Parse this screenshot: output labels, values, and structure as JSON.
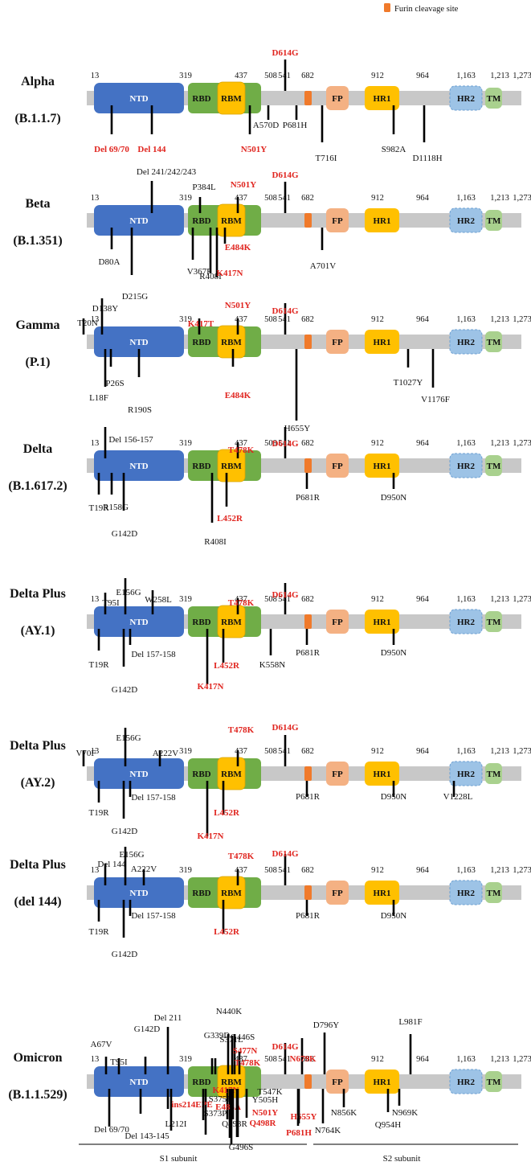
{
  "legend": {
    "label": "Furin cleavage site",
    "color": "#f07a2b"
  },
  "positions": [
    "13",
    "319",
    "437",
    "508",
    "541",
    "682",
    "912",
    "964",
    "1,163",
    "1,213",
    "1,273"
  ],
  "domains": {
    "ntd": {
      "label": "NTD",
      "color": "#4472c4"
    },
    "rbd": {
      "label": "RBD",
      "color": "#70ad47"
    },
    "rbm": {
      "label": "RBM",
      "color": "#ffc000"
    },
    "fp": {
      "label": "FP",
      "color": "#f4b183"
    },
    "hr1": {
      "label": "HR1",
      "color": "#ffc000"
    },
    "hr2": {
      "label": "HR2",
      "color": "#9dc3e6"
    },
    "tm": {
      "label": "TM",
      "color": "#a9d18e"
    },
    "backbone_color": "#c8c8c8",
    "highlight_color": "#e0251f"
  },
  "variants": [
    {
      "name": "Alpha",
      "lineage": "(B.1.1.7)",
      "mutations": [
        {
          "label": "D614G",
          "hl": true
        },
        {
          "label": "Del 69/70",
          "hl": true
        },
        {
          "label": "Del 144",
          "hl": true
        },
        {
          "label": "N501Y",
          "hl": true
        },
        {
          "label": "A570D",
          "hl": false
        },
        {
          "label": "P681H",
          "hl": false
        },
        {
          "label": "T716I",
          "hl": false
        },
        {
          "label": "S982A",
          "hl": false
        },
        {
          "label": "D1118H",
          "hl": false
        }
      ]
    },
    {
      "name": "Beta",
      "lineage": "(B.1.351)",
      "mutations": [
        {
          "label": "Del 241/242/243",
          "hl": false
        },
        {
          "label": "P384L",
          "hl": false
        },
        {
          "label": "N501Y",
          "hl": true
        },
        {
          "label": "D614G",
          "hl": true
        },
        {
          "label": "D80A",
          "hl": false
        },
        {
          "label": "D215G",
          "hl": false
        },
        {
          "label": "V367F",
          "hl": false
        },
        {
          "label": "R408I",
          "hl": false
        },
        {
          "label": "K417N",
          "hl": true
        },
        {
          "label": "E484K",
          "hl": true
        },
        {
          "label": "A701V",
          "hl": false
        }
      ]
    },
    {
      "name": "Gamma",
      "lineage": "(P.1)",
      "mutations": [
        {
          "label": "D138Y",
          "hl": false
        },
        {
          "label": "T20N",
          "hl": false
        },
        {
          "label": "K417T",
          "hl": true
        },
        {
          "label": "N501Y",
          "hl": true
        },
        {
          "label": "D614G",
          "hl": true
        },
        {
          "label": "L18F",
          "hl": false
        },
        {
          "label": "P26S",
          "hl": false
        },
        {
          "label": "R190S",
          "hl": false
        },
        {
          "label": "E484K",
          "hl": true
        },
        {
          "label": "H655Y",
          "hl": false
        },
        {
          "label": "T1027Y",
          "hl": false
        },
        {
          "label": "V1176F",
          "hl": false
        }
      ]
    },
    {
      "name": "Delta",
      "lineage": "(B.1.617.2)",
      "mutations": [
        {
          "label": "Del 156-157",
          "hl": false
        },
        {
          "label": "T478K",
          "hl": true
        },
        {
          "label": "D614G",
          "hl": true
        },
        {
          "label": "T19R",
          "hl": false
        },
        {
          "label": "R158G",
          "hl": false
        },
        {
          "label": "G142D",
          "hl": false
        },
        {
          "label": "R408I",
          "hl": false
        },
        {
          "label": "L452R",
          "hl": true
        },
        {
          "label": "P681R",
          "hl": false
        },
        {
          "label": "D950N",
          "hl": false
        }
      ]
    },
    {
      "name": "Delta Plus",
      "lineage": "(AY.1)",
      "mutations": [
        {
          "label": "E156G",
          "hl": false
        },
        {
          "label": "T95I",
          "hl": false
        },
        {
          "label": "W258L",
          "hl": false
        },
        {
          "label": "T478K",
          "hl": true
        },
        {
          "label": "D614G",
          "hl": true
        },
        {
          "label": "T19R",
          "hl": false
        },
        {
          "label": "Del 157-158",
          "hl": false
        },
        {
          "label": "G142D",
          "hl": false
        },
        {
          "label": "L452R",
          "hl": true
        },
        {
          "label": "K417N",
          "hl": true
        },
        {
          "label": "K558N",
          "hl": false
        },
        {
          "label": "P681R",
          "hl": false
        },
        {
          "label": "D950N",
          "hl": false
        }
      ]
    },
    {
      "name": "Delta Plus",
      "lineage": "(AY.2)",
      "mutations": [
        {
          "label": "E156G",
          "hl": false
        },
        {
          "label": "V70F",
          "hl": false
        },
        {
          "label": "A222V",
          "hl": false
        },
        {
          "label": "T478K",
          "hl": true
        },
        {
          "label": "D614G",
          "hl": true
        },
        {
          "label": "T19R",
          "hl": false
        },
        {
          "label": "Del 157-158",
          "hl": false
        },
        {
          "label": "G142D",
          "hl": false
        },
        {
          "label": "L452R",
          "hl": true
        },
        {
          "label": "K417N",
          "hl": true
        },
        {
          "label": "P681R",
          "hl": false
        },
        {
          "label": "D950N",
          "hl": false
        },
        {
          "label": "V1228L",
          "hl": false
        }
      ]
    },
    {
      "name": "Delta Plus",
      "lineage": "(del 144)",
      "mutations": [
        {
          "label": "E156G",
          "hl": false
        },
        {
          "label": "Del 144",
          "hl": false
        },
        {
          "label": "A222V",
          "hl": false
        },
        {
          "label": "T478K",
          "hl": true
        },
        {
          "label": "D614G",
          "hl": true
        },
        {
          "label": "T19R",
          "hl": false
        },
        {
          "label": "Del 157-158",
          "hl": false
        },
        {
          "label": "G142D",
          "hl": false
        },
        {
          "label": "L452R",
          "hl": true
        },
        {
          "label": "P681R",
          "hl": false
        },
        {
          "label": "D950N",
          "hl": false
        }
      ]
    },
    {
      "name": "Omicron",
      "lineage": "(B.1.1.529)",
      "mutations": [
        {
          "label": "Del 211",
          "hl": false
        },
        {
          "label": "N440K",
          "hl": false
        },
        {
          "label": "G339D",
          "hl": false
        },
        {
          "label": "G446S",
          "hl": false
        },
        {
          "label": "A67V",
          "hl": false
        },
        {
          "label": "G142D",
          "hl": false
        },
        {
          "label": "S371L",
          "hl": false
        },
        {
          "label": "S477N",
          "hl": true
        },
        {
          "label": "D614G",
          "hl": true
        },
        {
          "label": "D796Y",
          "hl": false
        },
        {
          "label": "L981F",
          "hl": false
        },
        {
          "label": "T95I",
          "hl": false
        },
        {
          "label": "T478K",
          "hl": true
        },
        {
          "label": "N679K",
          "hl": true
        },
        {
          "label": "H655Y",
          "hl": true
        },
        {
          "label": "K417N",
          "hl": true
        },
        {
          "label": "T547K",
          "hl": false
        },
        {
          "label": "S375F",
          "hl": false
        },
        {
          "label": "E484A",
          "hl": true
        },
        {
          "label": "Y505H",
          "hl": false
        },
        {
          "label": "ins214EPE",
          "hl": true
        },
        {
          "label": "S373P",
          "hl": false
        },
        {
          "label": "N501Y",
          "hl": true
        },
        {
          "label": "Del 69/70",
          "hl": false
        },
        {
          "label": "L212I",
          "hl": false
        },
        {
          "label": "Q493R",
          "hl": false
        },
        {
          "label": "Q498R",
          "hl": true
        },
        {
          "label": "Del 143-145",
          "hl": false
        },
        {
          "label": "G496S",
          "hl": false
        },
        {
          "label": "P681H",
          "hl": true
        },
        {
          "label": "N764K",
          "hl": false
        },
        {
          "label": "N856K",
          "hl": false
        },
        {
          "label": "N969K",
          "hl": false
        },
        {
          "label": "Q954H",
          "hl": false
        }
      ]
    }
  ],
  "subunits": {
    "s1": "S1 subunit",
    "s2": "S2 subunit"
  }
}
